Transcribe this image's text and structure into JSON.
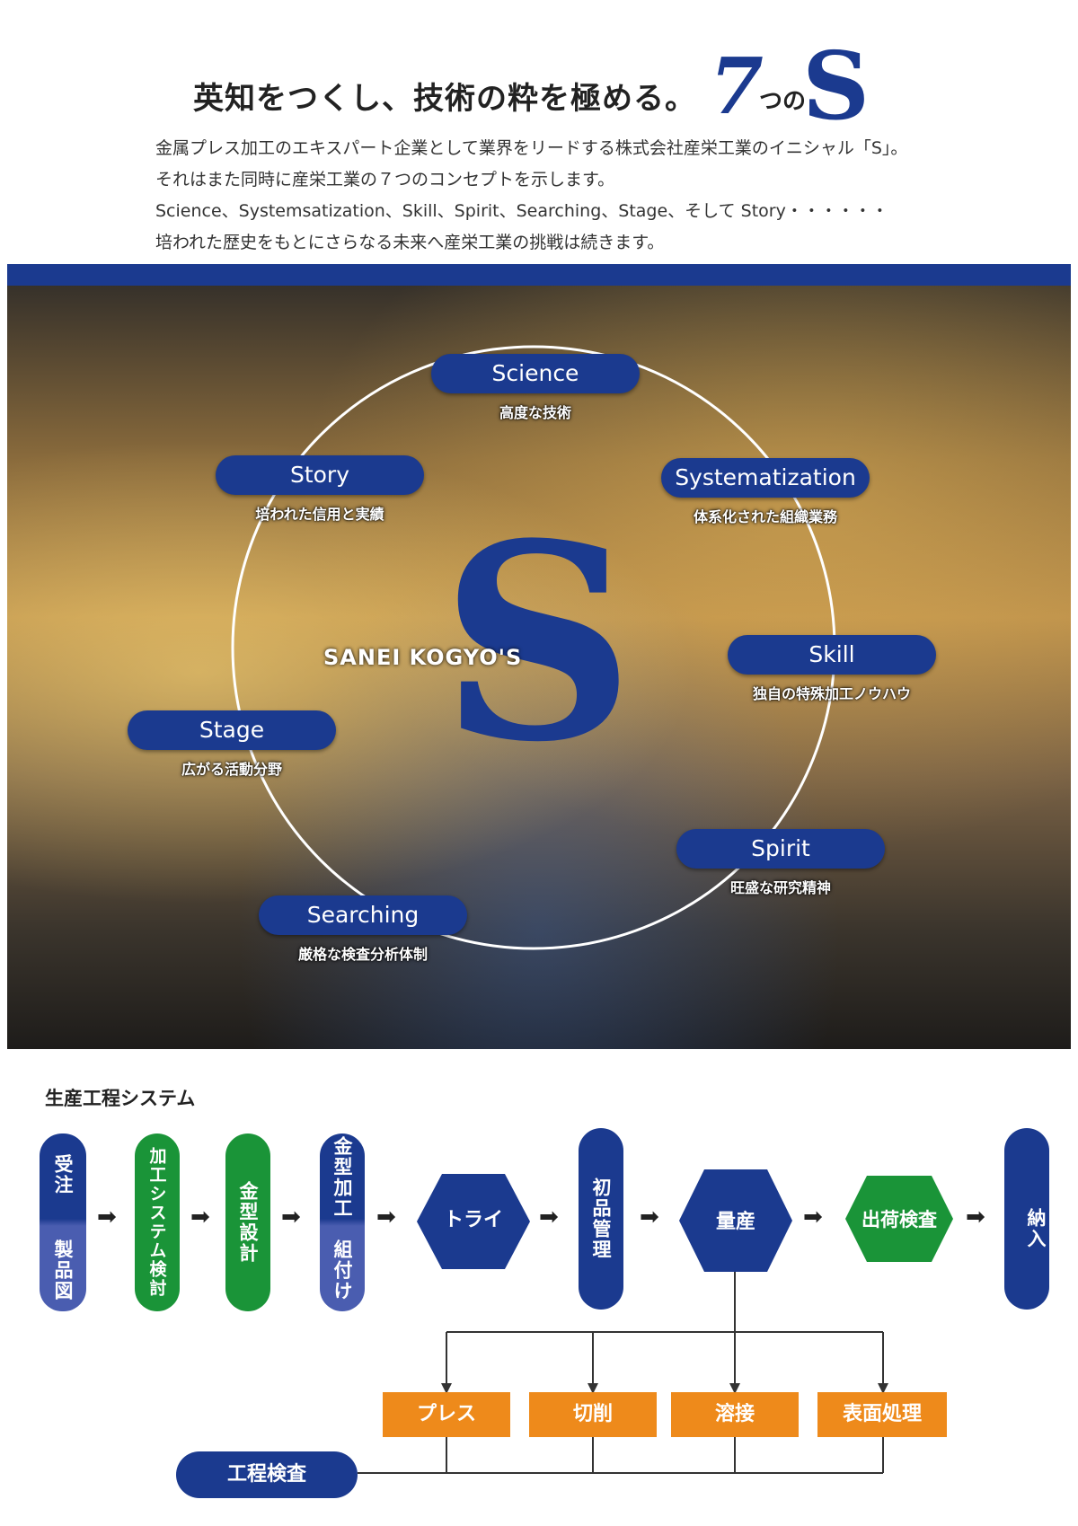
{
  "header": {
    "headline": "英知をつくし、技術の粋を極める。",
    "big_number": "7",
    "tsuno": "つの",
    "big_letter": "S"
  },
  "intro": {
    "lines": [
      "金属プレス加工のエキスパート企業として業界をリードする株式会社産栄工業のイニシャル「S」。",
      "それはまた同時に産栄工業の７つのコンセプトを示します。",
      "Science、Systemsatization、Skill、Spirit、Searching、Stage、そして Story・・・・・・",
      "培われた歴史をもとにさらなる未来へ産栄工業の挑戦は続きます。"
    ]
  },
  "concepts": {
    "center_label": "SANEI KOGYO'S",
    "center_letter": "S",
    "items": [
      {
        "name": "Science",
        "desc": "高度な技術"
      },
      {
        "name": "Systematization",
        "desc": "体系化された組織業務"
      },
      {
        "name": "Skill",
        "desc": "独自の特殊加工ノウハウ"
      },
      {
        "name": "Spirit",
        "desc": "旺盛な研究精神"
      },
      {
        "name": "Searching",
        "desc": "厳格な検査分析体制"
      },
      {
        "name": "Stage",
        "desc": "広がる活動分野"
      },
      {
        "name": "Story",
        "desc": "培われた信用と実績"
      }
    ]
  },
  "process": {
    "title": "生産工程システム",
    "steps": [
      {
        "top": "受注",
        "bottom": "製品図"
      },
      {
        "label": "加工システム検討"
      },
      {
        "label": "金型設計"
      },
      {
        "top": "金型加工",
        "bottom": "組付け"
      },
      {
        "label": "トライ"
      },
      {
        "label": "初品管理"
      },
      {
        "label": "量産"
      },
      {
        "label": "出荷検査"
      },
      {
        "label": "納入"
      }
    ],
    "sub_steps": [
      "プレス",
      "切削",
      "溶接",
      "表面処理"
    ],
    "inspection": "工程検査"
  },
  "colors": {
    "navy": "#1b3a8f",
    "green": "#1a9438",
    "orange": "#ee8a1b",
    "periwinkle": "#4a5db0"
  },
  "icons": {
    "arrow": "right-arrow-icon"
  }
}
